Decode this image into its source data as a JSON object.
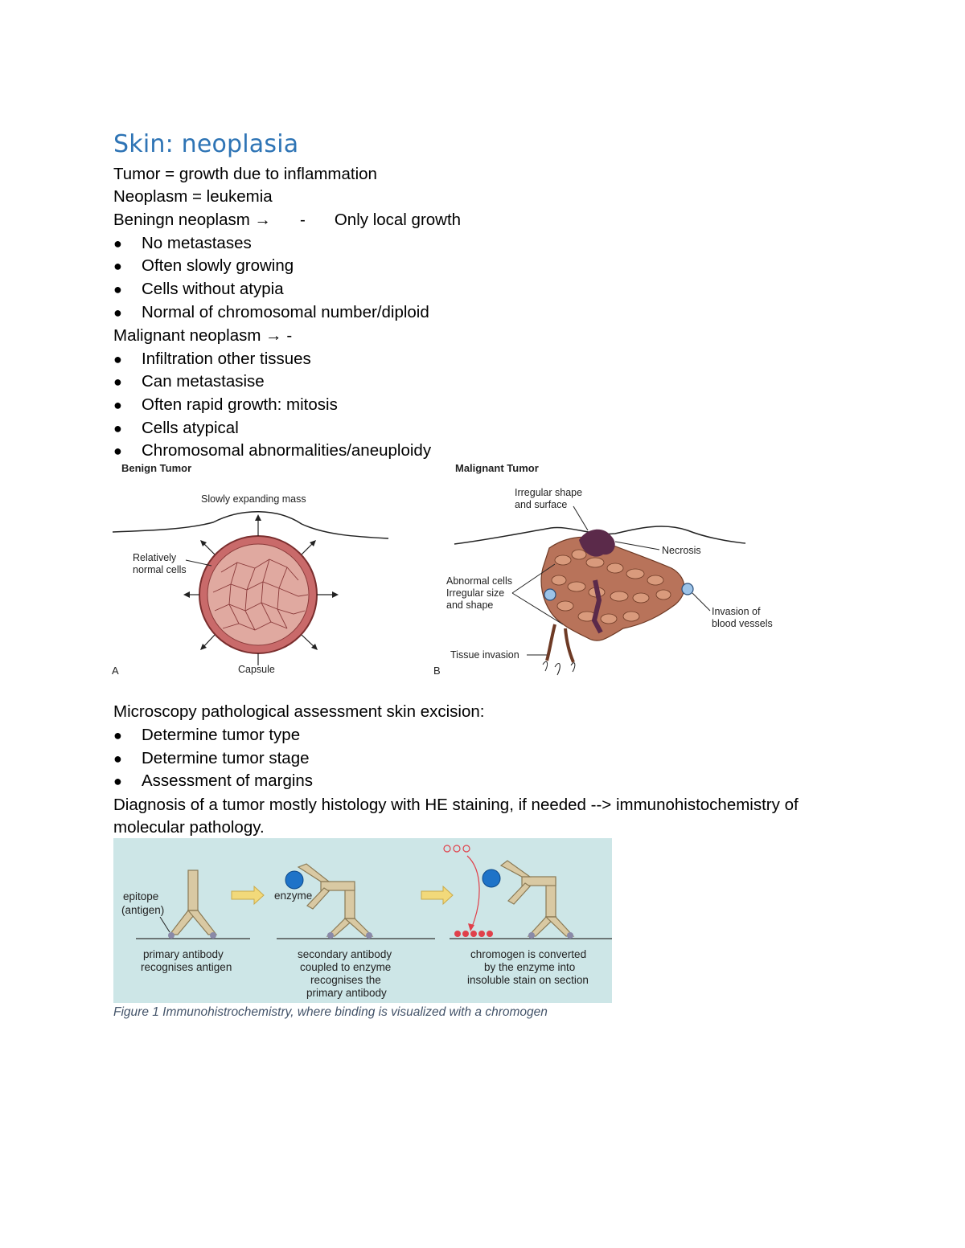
{
  "heading": "Skin: neoplasia",
  "lines": {
    "tumor": "Tumor = growth due to inflammation",
    "neoplasm": "Neoplasm = leukemia",
    "benign_label": "Beningn neoplasm →",
    "benign_dash": "-",
    "benign_point": "Only local growth",
    "malignant_label": "Malignant neoplasm → -"
  },
  "bullet_symbol": "●",
  "benign_bullets": [
    "No metastases",
    "Often slowly growing",
    "Cells without atypia",
    "Normal of chromosomal number/diploid"
  ],
  "malignant_bullets": [
    "Infiltration other tissues",
    "Can metastasise",
    "Often rapid growth: mitosis",
    "Cells atypical",
    "Chromosomal abnormalities/aneuploidy"
  ],
  "figure_tumors": {
    "benign_title": "Benign Tumor",
    "benign_mass": "Slowly expanding mass",
    "benign_cells_1": "Relatively",
    "benign_cells_2": "normal cells",
    "benign_capsule": "Capsule",
    "panel_a": "A",
    "malignant_title": "Malignant Tumor",
    "irregular_1": "Irregular shape",
    "irregular_2": "and surface",
    "necrosis": "Necrosis",
    "abnormal_1": "Abnormal cells",
    "abnormal_2": "Irregular size",
    "abnormal_3": "and shape",
    "invasion_1": "Invasion of",
    "invasion_2": "blood vessels",
    "tissue_invasion": "Tissue invasion",
    "panel_b": "B"
  },
  "microscopy_title": "Microscopy pathological assessment skin excision:",
  "microscopy_bullets": [
    "Determine tumor type",
    "Determine tumor stage",
    "Assessment of margins"
  ],
  "diagnosis_line1": "Diagnosis of a tumor mostly histology with HE staining, if needed --> immunohistochemistry of",
  "diagnosis_line2": "molecular pathology.",
  "ihc_figure": {
    "epitope_1": "epitope",
    "epitope_2": "(antigen)",
    "enzyme": "enzyme",
    "a_1": "primary antibody",
    "a_2": "recognises antigen",
    "b_1": "secondary antibody",
    "b_2": "coupled to enzyme",
    "b_3": "recognises the",
    "b_4": "primary antibody",
    "c_1": "chromogen is converted",
    "c_2": "by the enzyme into",
    "c_3": "insoluble stain on section"
  },
  "caption": "Figure 1 Immunohistrochemistry, where binding is visualized with a chromogen",
  "colors": {
    "heading": "#2e74b5",
    "caption": "#44546a",
    "ihc_background": "#cde6e7",
    "antibody": "#d9c9a3",
    "enzyme": "#1e73c8",
    "chromogen": "#e0404a",
    "tumor_benign": "#c96a6a",
    "tumor_malignant": "#b8735a",
    "necrosis": "#5b2a4a"
  }
}
